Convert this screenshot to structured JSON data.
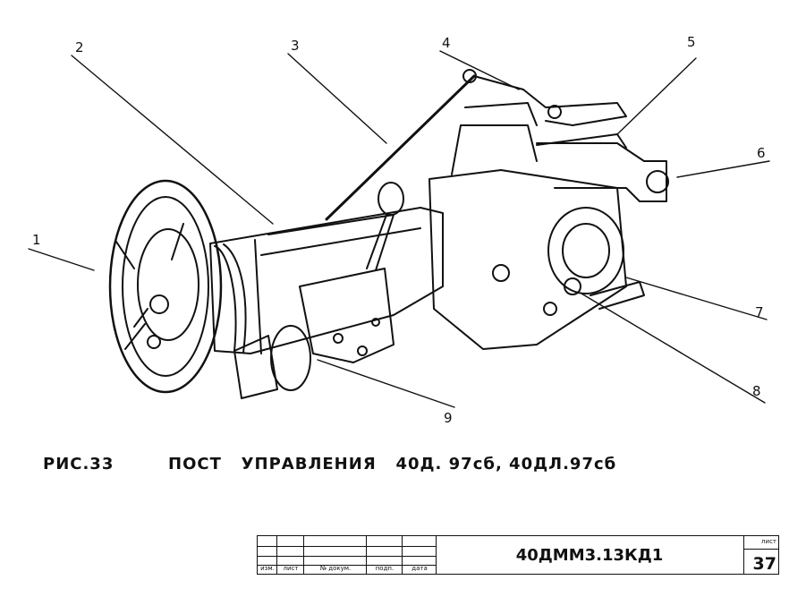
{
  "callouts": [
    "1",
    "2",
    "3",
    "4",
    "5",
    "6",
    "7",
    "8",
    "9"
  ],
  "caption": {
    "fig": "РИС.33",
    "title": "ПОСТ   УПРАВЛЕНИЯ   40Д. 97сб, 40ДЛ.97сб"
  },
  "title_block": {
    "headers": [
      "изм.",
      "лист",
      "№ докум.",
      "подп.",
      "дата"
    ],
    "code": "40ДММ3.13КД1",
    "sheet_label": "лист",
    "sheet_number": "37"
  }
}
